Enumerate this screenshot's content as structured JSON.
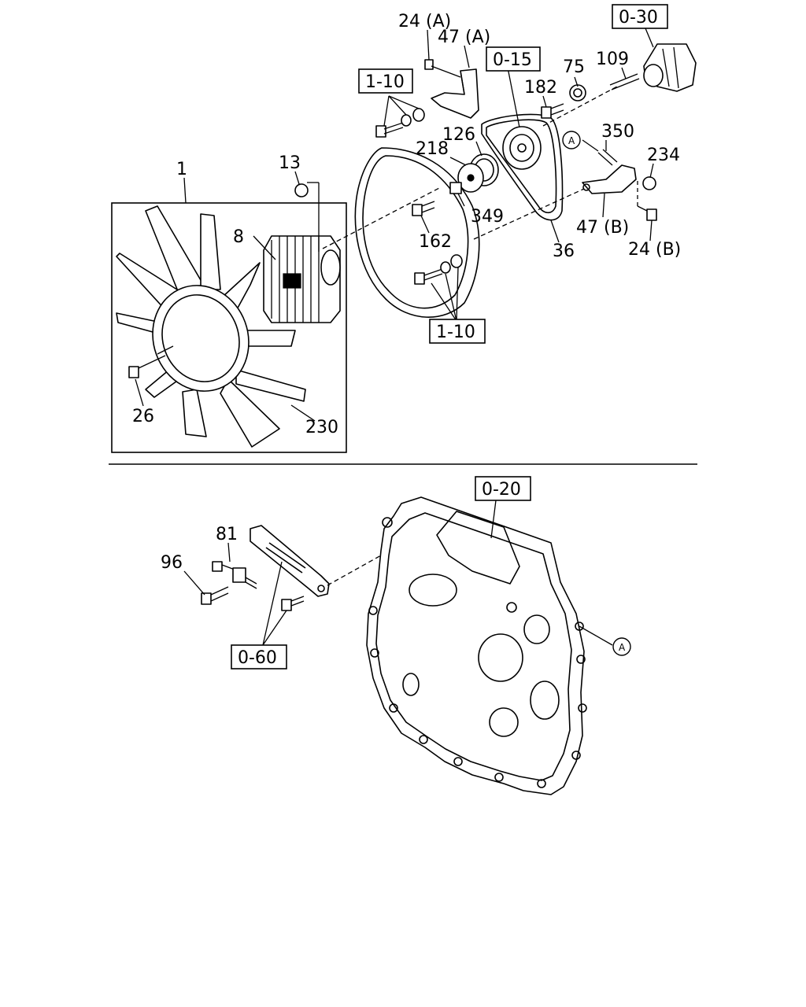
{
  "labels": {
    "l_24a": "24 (A)",
    "l_47a": "47 (A)",
    "l_1_10_top": "1-10",
    "l_0_15": "0-15",
    "l_75": "75",
    "l_109": "109",
    "l_0_30": "0-30",
    "l_182": "182",
    "l_126": "126",
    "l_218": "218",
    "l_350": "350",
    "l_a_top": "A",
    "l_234": "234",
    "l_1": "1",
    "l_13": "13",
    "l_349": "349",
    "l_47b": "47 (B)",
    "l_8": "8",
    "l_162": "162",
    "l_24b": "24 (B)",
    "l_36": "36",
    "l_1_10_mid": "1-10",
    "l_26": "26",
    "l_230": "230",
    "l_0_20": "0-20",
    "l_81": "81",
    "l_96": "96",
    "l_a_bot": "A",
    "l_0_60": "0-60"
  }
}
